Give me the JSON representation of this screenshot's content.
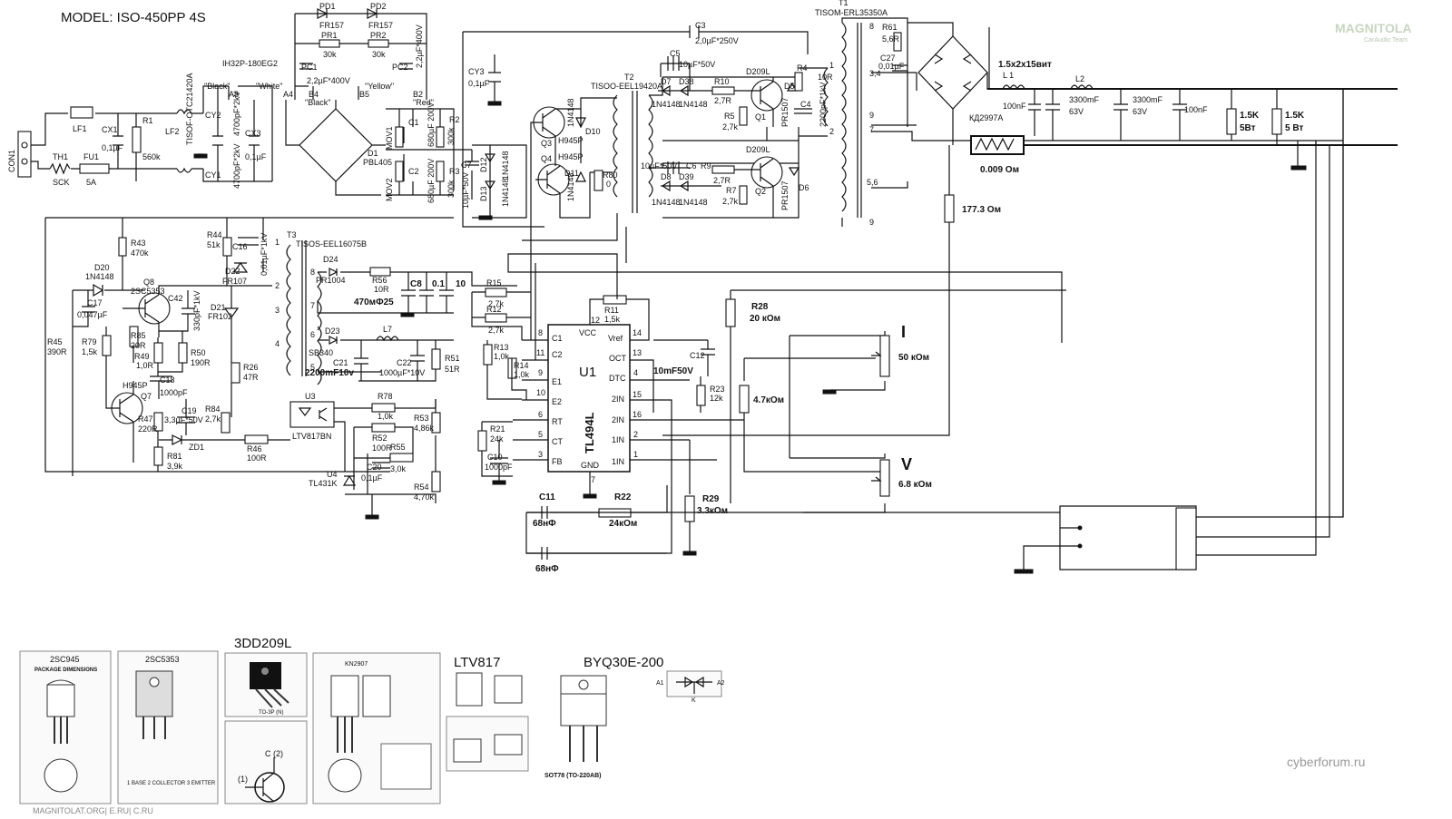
{
  "title": "MODEL: ISO-450PP 4S",
  "watermarks": {
    "site": "cyberforum.ru",
    "logo": "MAGNITOLA",
    "logo_sub": "CarAudio Team",
    "bottom": "MAGNITOLAT.ORG| E.RU| C.RU"
  },
  "labels": {
    "con": "CON1",
    "th1": "TH1",
    "sck": "SCK",
    "fu1": "FU1",
    "fu1v": "5A",
    "lf1": "LF1",
    "cx1": "CX1",
    "cx1v": "0,1µF",
    "r1": "R1",
    "r1v": "560k",
    "lf2": "LF2",
    "lf2v": "TISOF-OTC21420A",
    "ih": "IH32P-180EG2",
    "cy2": "CY2",
    "cy2v": "4700pF*2kV",
    "cy1": "CY1",
    "cy1v": "4700pF*2kV",
    "cx3": "CX3",
    "cx3v": "0,1µF",
    "a8": "A8",
    "a4": "A4",
    "black1": "\"Black\"",
    "white": "\"White\"",
    "pd1": "PD1",
    "pd2": "PD2",
    "fr157a": "FR157",
    "fr157b": "FR157",
    "pr1": "PR1",
    "pr2": "PR2",
    "k30a": "30k",
    "k30b": "30k",
    "pc1": "PC1",
    "pc1v": "2,2µF*400V",
    "pc2": "PC2",
    "pc2v": "2,2µF*400V",
    "b4": "B4",
    "b5": "B5",
    "b2": "B2",
    "black2": "\"Black\"",
    "yellow": "\"Yellow\"",
    "red": "\"Red\"",
    "d1": "D1",
    "d1v": "PBL405",
    "mov1": "MOV1",
    "mov2": "MOV2",
    "c1": "C1",
    "c1v": "680µF 200V",
    "c2": "C2",
    "c2v": "680µF 200V",
    "r2": "R2",
    "r2v": "300k",
    "r3": "R3",
    "r3v": "300k",
    "c7": "C7",
    "c7v": "10µF*50V",
    "d12": "D12",
    "d13": "D13",
    "n4148a": "1N4148",
    "n4148b": "1N4148",
    "cy3": "CY3",
    "cy3v": "0,1µF",
    "c3": "C3",
    "c3v": "2,0µF*250V",
    "q3": "Q3",
    "q4": "Q4",
    "h945a": "H945P",
    "h945b": "H945P",
    "d10": "D10",
    "d11": "D11",
    "n4148c": "1N4148",
    "n4148d": "1N4148",
    "r80": "R80",
    "r80v": "0",
    "t2": "T2",
    "t2v": "TISOO-EEL19420A",
    "t1": "T1",
    "t1v": "TISOM-ERL35350A",
    "c5": "C5",
    "c5v": "10µF*50V",
    "d7": "D7",
    "d38": "D38",
    "d7v": "1N4148",
    "d38v": "1N4148",
    "r10": "R10",
    "r10v": "2,7R",
    "r5": "R5",
    "r5v": "2,7k",
    "c6": "C6",
    "c6v": "10µF*50V",
    "d8": "D8",
    "d39": "D39",
    "d8v": "1N4148",
    "d39v": "1N4148",
    "r9": "R9",
    "r9v": "2,7R",
    "r7": "R7",
    "r7v": "2,7k",
    "d209a": "D209L",
    "d209b": "D209L",
    "q1": "Q1",
    "q2": "Q2",
    "d5": "D5",
    "d6": "D6",
    "pr1507a": "PR1507",
    "pr1507b": "PR1507",
    "r4": "R4",
    "r4v": "10R",
    "c4": "C4",
    "c4v": "2200pF*1kV",
    "r61": "R61",
    "r61v": "5,6R",
    "c27": "C27",
    "c27v": "0,01µF",
    "t1p8": "8",
    "t1p34": "3,4",
    "t1p9a": "9",
    "t1p1": "1",
    "t1p2": "2",
    "t1p7": "7",
    "t1p56": "5,6",
    "t1p9b": "9",
    "kd": "КД2997А",
    "l1v": "1.5x2x15вит",
    "l1": "L 1",
    "l2": "L2",
    "c100a": "100nF",
    "c3300a": "3300mF",
    "c63a": "63V",
    "c3300b": "3300mF",
    "c63b": "63V",
    "c100b": "100nF",
    "r15k1": "1.5K",
    "r5w1": "5Вт",
    "r15k2": "1.5K",
    "r5w2": "5 Вт",
    "shunt": "0.009 Ом",
    "r177": "177.3 Ом",
    "r43": "R43",
    "r43v": "470k",
    "r44": "R44",
    "r44v": "51k",
    "c16": "C16",
    "c16v": "0,01µF*1kV",
    "d22": "D22",
    "d22v": "FR107",
    "t3": "T3",
    "t3v": "TISOS-EEL16075B",
    "d24": "D24",
    "d24v": "PR1004",
    "r56": "R56",
    "r56v": "10R",
    "c470": "470мФ25",
    "c8": "C8",
    "c01": "0.1",
    "c10": "10",
    "d23": "D23",
    "d23v": "SB340",
    "l7": "L7",
    "c21": "C21",
    "c21v": "2200mF10v",
    "c22": "C22",
    "c22v": "1000µF*10V",
    "r51": "R51",
    "r51v": "51R",
    "d20": "D20",
    "d20v": "1N4148",
    "q8": "Q8",
    "q8v": "2SC5353",
    "c42": "C42",
    "c42v": "330pF*1kV",
    "c17": "C17",
    "c17v": "0,047µF",
    "d21": "D21",
    "d21v": "FR102",
    "r85": "R85",
    "r85v": "20R",
    "r49": "R49",
    "r49v": "1,0R",
    "r50": "R50",
    "r50v": "190R",
    "r26": "R26",
    "r26v": "47R",
    "r45": "R45",
    "r45v": "390R",
    "r79": "R79",
    "r79v": "1,5k",
    "c18": "C18",
    "c18v": "1000pF",
    "q7": "Q7",
    "h945c": "H945P",
    "r47": "R47",
    "r47v": "220R",
    "c19": "C19",
    "c19v": "3,3µF*50V",
    "r84": "R84",
    "r84v": "2,7k",
    "zd1": "ZD1",
    "r46": "R46",
    "r46v": "100R",
    "r81": "R81",
    "r81v": "3,9k",
    "u3": "U3",
    "u3v": "LTV817BN",
    "r78": "R78",
    "r78v": "1,0k",
    "r52": "R52",
    "r52v": "100R",
    "r53": "R53",
    "r53v": "4,86k",
    "u4": "U4",
    "u4v": "TL431K",
    "c20": "C20",
    "c20v": "0,1µF",
    "r55": "R55",
    "r55v": "3,0k",
    "r54": "R54",
    "r54v": "4,70k",
    "r15": "R15",
    "r15v": "2,7k",
    "r12": "R12",
    "r12v": "2,7k",
    "r11": "R11",
    "r11v": "1,5k",
    "r13": "R13",
    "r13v": "1,0k",
    "r14": "R14",
    "r14v": "1,0k",
    "r21": "R21",
    "r21v": "24k",
    "c10c": "C10",
    "c10v": "1000pF",
    "u1": "U1",
    "tl494": "TL494L",
    "p8": "8",
    "p11": "11",
    "p9": "9",
    "p10": "10",
    "p6": "6",
    "p5": "5",
    "p3": "3",
    "p12": "12",
    "p14": "14",
    "p13": "13",
    "p4": "4",
    "p15": "15",
    "p16": "16",
    "p2": "2",
    "p1": "1",
    "p7": "7",
    "c1p": "C1",
    "c2p": "C2",
    "e1p": "E1",
    "e2p": "E2",
    "rtp": "RT",
    "ctp": "CT",
    "fbp": "FB",
    "vccp": "VCC",
    "gndp": "GND",
    "vref": "Vref",
    "oct": "OCT",
    "dtc": "DTC",
    "in2m": "2IN",
    "in2p": "2IN",
    "in1p": "1IN",
    "in1m": "1IN",
    "c12": "C12",
    "c12v": "10mF50V",
    "r23": "R23",
    "r23v": "12k",
    "r28": "R28",
    "r28v": "20 кОм",
    "i": "I",
    "p50k": "50 кОм",
    "r47k": "4.7кОм",
    "v": "V",
    "p68k": "6.8 кОм",
    "c11": "C11",
    "c11v": "68нФ",
    "r22": "R22",
    "r22v": "24кОм",
    "r29": "R29",
    "r29v": "3.3кОм",
    "c68b": "68нФ"
  },
  "parts": {
    "p1_title": "2SC945",
    "p1_sub": "PACKAGE DIMENSIONS",
    "p2_title": "2SC5353",
    "p2_pins": "1 BASE  2 COLLECTOR  3 EMITTER",
    "p3_title": "3DD209L",
    "p3_pkg": "TO-3P (N)",
    "p4_title": "KN2907",
    "p5_title": "LTV817",
    "p6_title": "BYQ30E-200",
    "p6_pkg": "SOT78 (TO-220AB)",
    "p6_a1": "A1",
    "p6_a2": "A2",
    "p6_k": "K",
    "p3_c": "C (2)",
    "p3_b": "(1)"
  }
}
